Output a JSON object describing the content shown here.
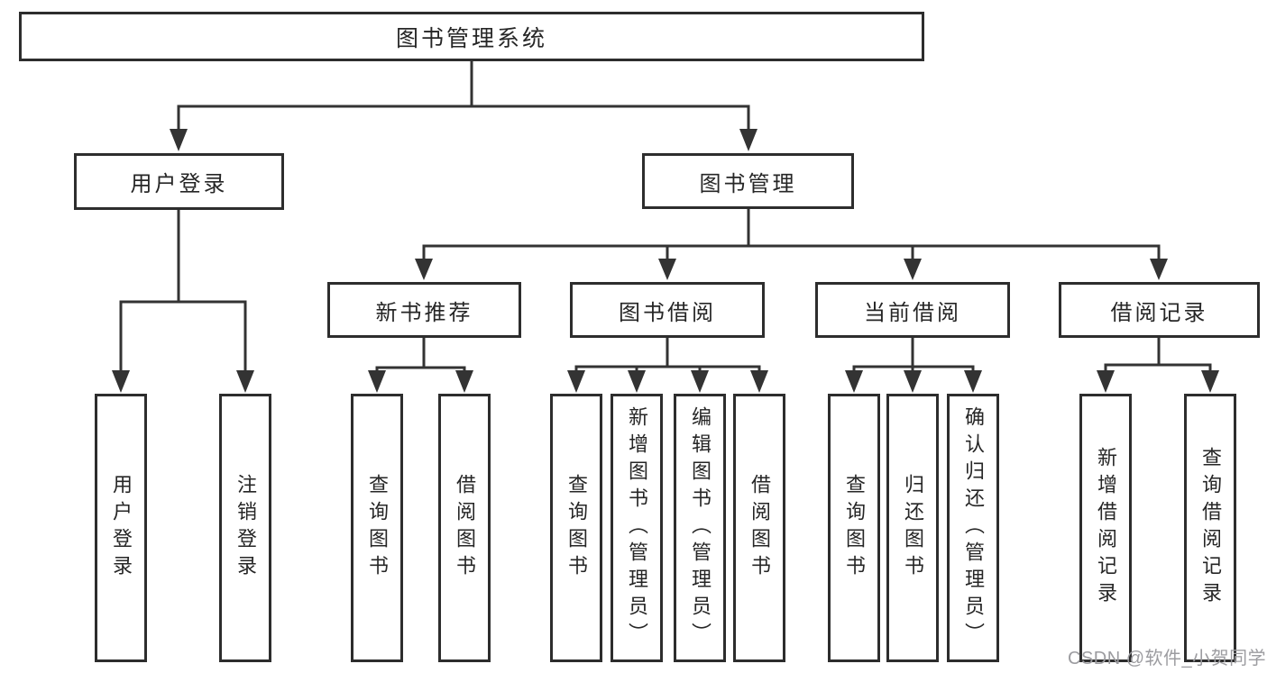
{
  "diagram": {
    "root": {
      "label": "图书管理系统"
    },
    "level2": [
      {
        "label": "用户登录"
      },
      {
        "label": "图书管理"
      }
    ],
    "level3": [
      {
        "label": "新书推荐"
      },
      {
        "label": "图书借阅"
      },
      {
        "label": "当前借阅"
      },
      {
        "label": "借阅记录"
      }
    ],
    "children": {
      "user_login": [
        {
          "label": "用户登录"
        },
        {
          "label": "注销登录"
        }
      ],
      "new_book_recommend": [
        {
          "label": "查询图书"
        },
        {
          "label": "借阅图书"
        }
      ],
      "book_borrow": [
        {
          "label": "查询图书"
        },
        {
          "label": "新增图书（管理员）"
        },
        {
          "label": "编辑图书（管理员）"
        },
        {
          "label": "借阅图书"
        }
      ],
      "current_borrow": [
        {
          "label": "查询图书"
        },
        {
          "label": "归还图书"
        },
        {
          "label": "确认归还（管理员）"
        }
      ],
      "borrow_record": [
        {
          "label": "新增借阅记录"
        },
        {
          "label": "查询借阅记录"
        }
      ]
    },
    "watermark": "CSDN @软件_小贺同学",
    "colors": {
      "line": "#333333",
      "box_border": "#2d2d2d",
      "text": "#262626",
      "watermark": "#9c9ca0",
      "background": "#ffffff"
    }
  }
}
